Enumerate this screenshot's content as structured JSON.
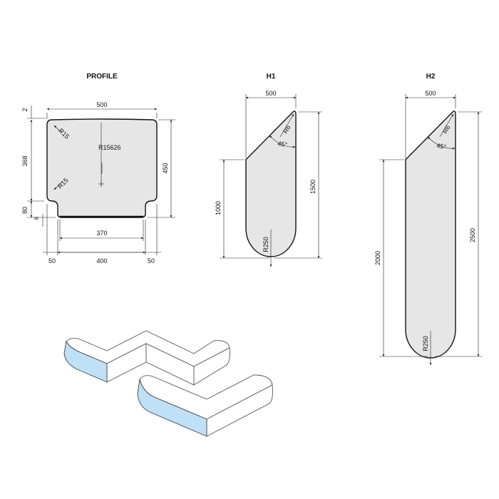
{
  "views": {
    "profile": {
      "title": "PROFILE",
      "dims": {
        "top_gap": "2",
        "width": "500",
        "radius_corner_top": "R15",
        "radius_corner_bottom": "R15",
        "radius_large": "R15626",
        "height_main": "368",
        "height_total": "450",
        "height_foot": "80",
        "height_bevel": "6",
        "bottom_flat": "370",
        "notch_left": "50",
        "base": "400",
        "notch_right": "50"
      }
    },
    "h1": {
      "title": "H1",
      "dims": {
        "width": "500",
        "tip_radius": "R6",
        "angle": "45°",
        "height_total": "1500",
        "height_straight": "1000",
        "base_radius": "R250"
      }
    },
    "h2": {
      "title": "H2",
      "dims": {
        "width": "500",
        "tip_radius": "R6",
        "angle": "45°",
        "height_total": "2500",
        "height_straight": "2000",
        "base_radius": "R250"
      }
    }
  },
  "colors": {
    "panel_fill": "#e6e6e6",
    "outline": "#111111",
    "iso_end_face": "#bfe0f7",
    "background": "#ffffff"
  }
}
